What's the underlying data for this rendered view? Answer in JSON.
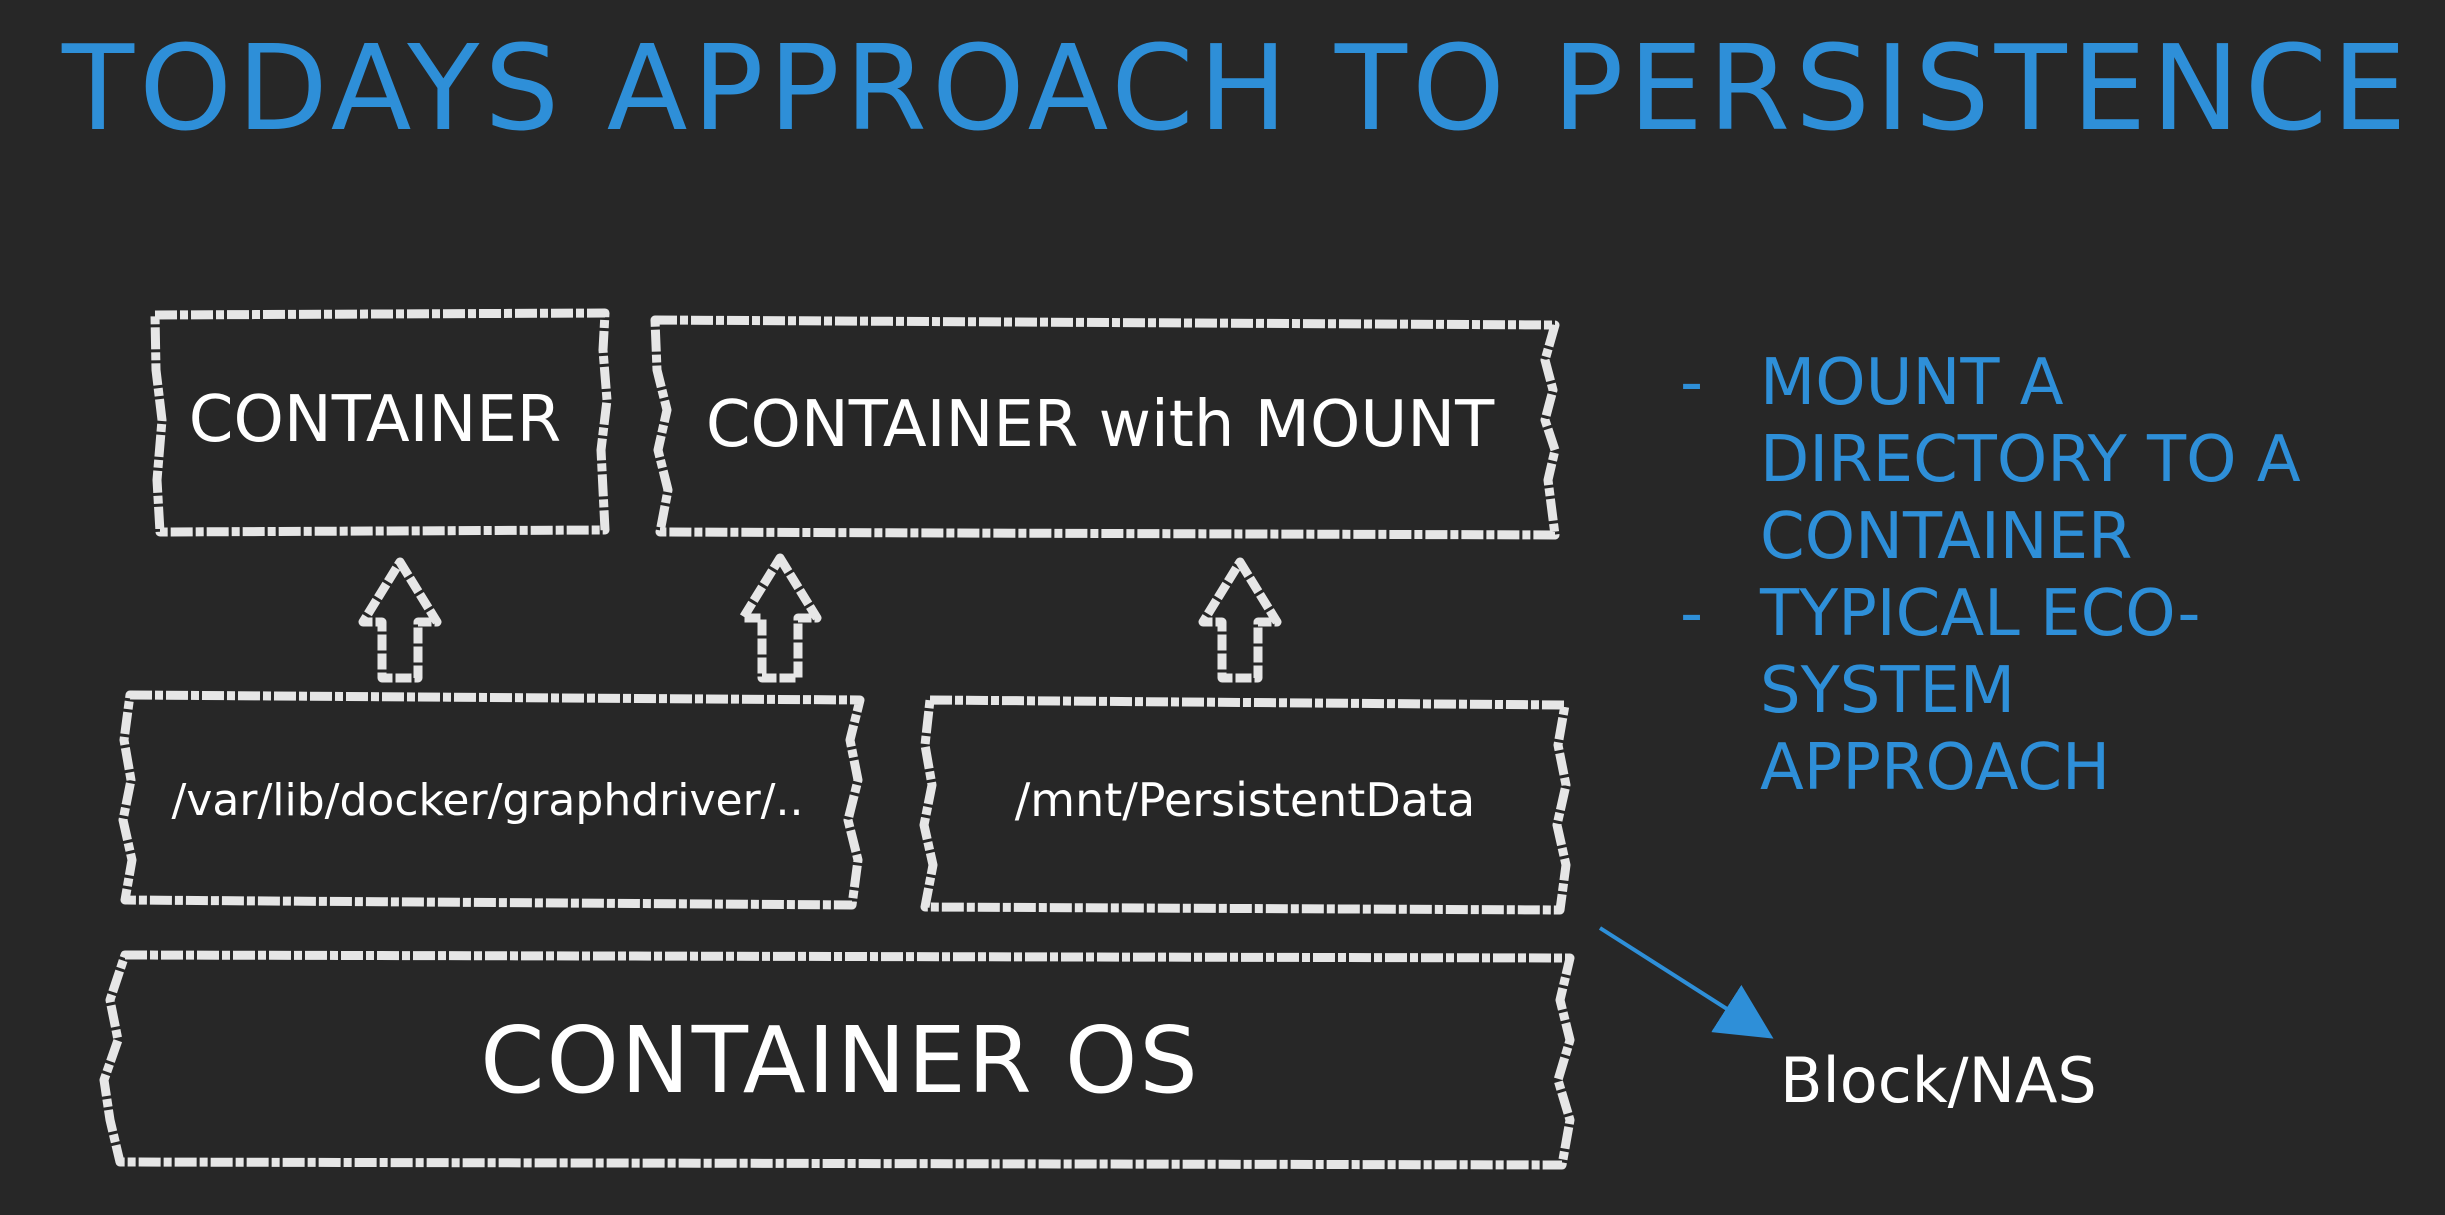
{
  "title": "TODAYS APPROACH TO PERSISTENCE",
  "boxes": {
    "container": "CONTAINER",
    "container_with_mount": "CONTAINER with MOUNT",
    "graphdriver_path": "/var/lib/docker/graphdriver/..",
    "persistent_data_path": "/mnt/PersistentData",
    "container_os": "CONTAINER OS"
  },
  "external_storage": "Block/NAS",
  "bullets": [
    {
      "dash": "-",
      "text": "MOUNT A\nDIRECTORY TO A\nCONTAINER"
    },
    {
      "dash": "-",
      "text": "TYPICAL ECO-\nSYSTEM\nAPPROACH"
    }
  ],
  "colors": {
    "background": "#272727",
    "accent": "#2e8fd8",
    "chalk": "#e6e6e6"
  }
}
